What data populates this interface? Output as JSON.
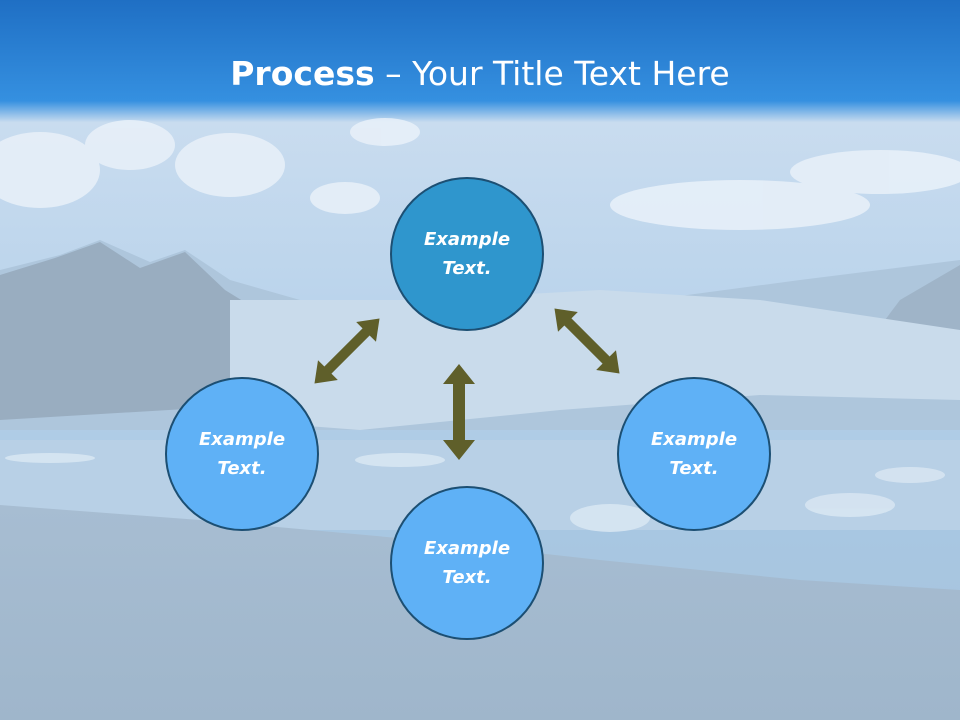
{
  "title": {
    "bold": "Process",
    "rest": " – Your Title Text Here"
  },
  "nodes": [
    {
      "line1": "Example",
      "line2": "Text."
    },
    {
      "line1": "Example",
      "line2": "Text."
    },
    {
      "line1": "Example",
      "line2": "Text."
    },
    {
      "line1": "Example",
      "line2": "Text."
    }
  ],
  "colors": {
    "header_blue": "#2a83d4",
    "node_dark": "#2f96cd",
    "node_light": "#5fb1f6",
    "node_border": "#1c4f73",
    "arrow": "#5f5f2a"
  },
  "arrows": [
    {
      "from": "top",
      "to": "left",
      "style": "double-headed"
    },
    {
      "from": "top",
      "to": "right",
      "style": "double-headed"
    },
    {
      "from": "top",
      "to": "bottom",
      "style": "double-headed"
    }
  ]
}
